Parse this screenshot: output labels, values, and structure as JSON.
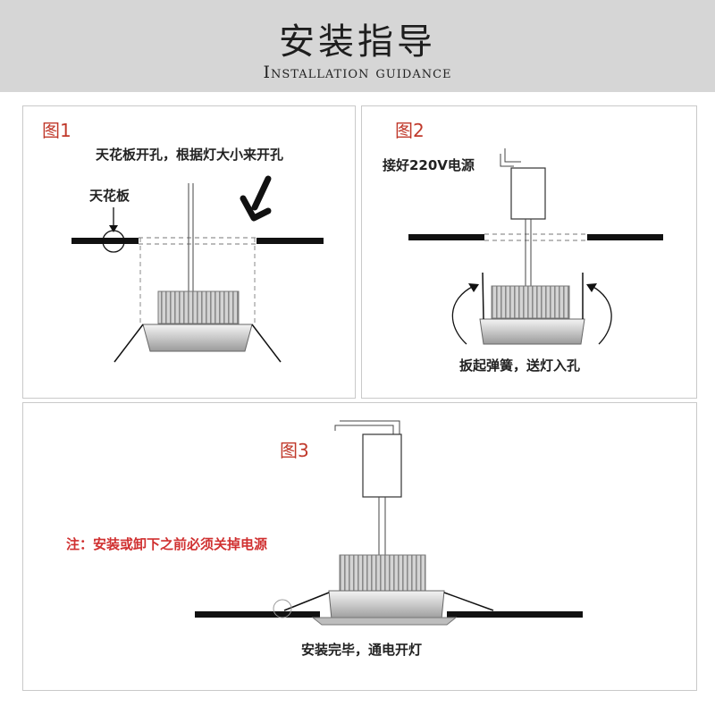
{
  "header": {
    "title_cn": "安装指导",
    "title_en": "Installation guidance"
  },
  "figures": [
    {
      "label": "图1",
      "caption": "天花板开孔，根据灯大小来开孔",
      "callout": "天花板"
    },
    {
      "label": "图2",
      "power_label": "接好220V电源",
      "caption": "扳起弹簧，送灯入孔"
    },
    {
      "label": "图3",
      "warning": "注：安装或卸下之前必须关掉电源",
      "caption": "安装完毕，通电开灯"
    }
  ],
  "colors": {
    "header_bg": "#d6d6d6",
    "label_red": "#c0392b",
    "warning_red": "#d03030",
    "ceiling_black": "#111111",
    "panel_border": "#c9c9c9"
  }
}
